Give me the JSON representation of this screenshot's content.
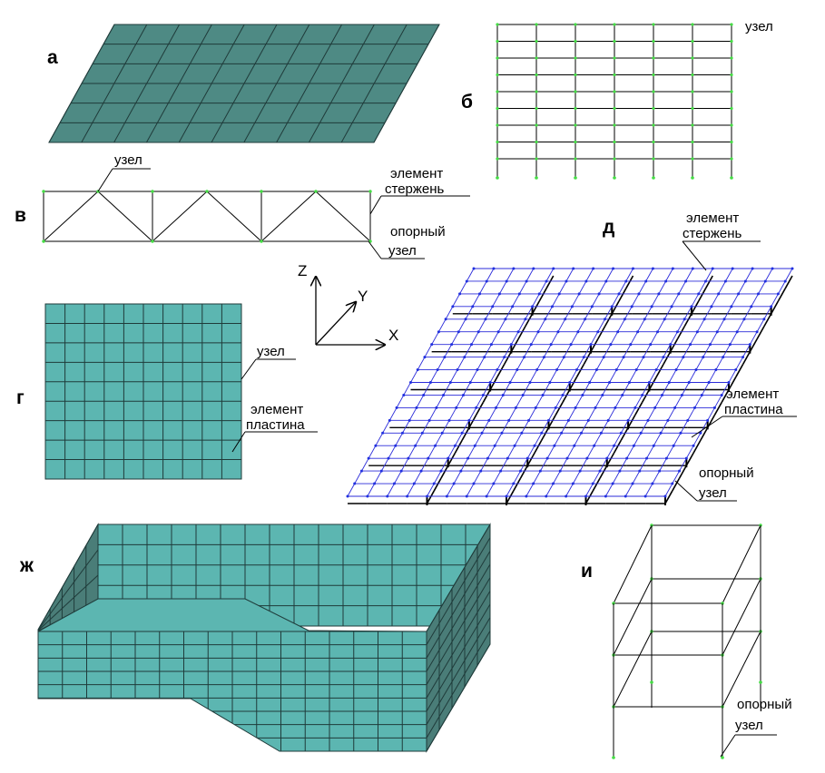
{
  "colors": {
    "plate_dark": "#4e8a84",
    "plate_light": "#5cb6b1",
    "plate_shadow": "#4a7d78",
    "grid_line": "#1f3b3a",
    "node_green": "#44dd44",
    "node_blue": "#2030e0",
    "mesh_blue": "#2b2bd9",
    "rib_black": "#000000"
  },
  "panels": {
    "a": "а",
    "b": "б",
    "v": "в",
    "g": "г",
    "d": "д",
    "zh": "ж",
    "i": "и"
  },
  "callouts": {
    "b_node": "узел",
    "v_node": "узел",
    "v_element_1": "элемент",
    "v_element_2": "стержень",
    "v_support_1": "опорный",
    "v_support_2": "узел",
    "d_rod_1": "элемент",
    "d_rod_2": "стержень",
    "d_plate_1": "элемент",
    "d_plate_2": "пластина",
    "d_support_1": "опорный",
    "d_support_2": "узел",
    "g_node": "узел",
    "g_plate_1": "элемент",
    "g_plate_2": "пластина",
    "i_support_1": "опорный",
    "i_support_2": "узел"
  },
  "axes": {
    "z": "Z",
    "y": "Y",
    "x": "X"
  }
}
